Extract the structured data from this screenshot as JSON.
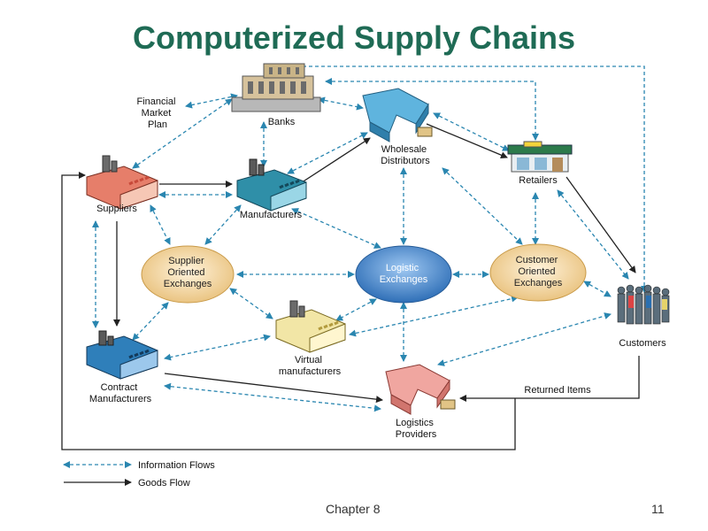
{
  "slide": {
    "title": "Computerized Supply Chains",
    "footer_left": "Chapter 8",
    "page_number": "11"
  },
  "nodes": {
    "banks": "Banks",
    "financial_plan": [
      "Financial",
      "Market",
      "Plan"
    ],
    "wholesale": [
      "Wholesale",
      "Distributors"
    ],
    "retailers": "Retailers",
    "suppliers": "Suppliers",
    "manufacturers": "Manufacturers",
    "supplier_exchanges": [
      "Supplier",
      "Oriented",
      "Exchanges"
    ],
    "logistic_exchanges": [
      "Logistic",
      "Exchanges"
    ],
    "customer_exchanges": [
      "Customer",
      "Oriented",
      "Exchanges"
    ],
    "customers": "Customers",
    "virtual": [
      "Virtual",
      "manufacturers"
    ],
    "contract": [
      "Contract",
      "Manufacturers"
    ],
    "logistics_providers": [
      "Logistics",
      "Providers"
    ],
    "returned_items": "Returned Items"
  },
  "legend": {
    "information": "Information Flows",
    "goods": "Goods Flow"
  },
  "colors": {
    "title": "#1f6b55",
    "info_flow": "#2a86b0",
    "goods_flow": "#222222",
    "exchange_fill": "#f3d9a8",
    "logistic_fill": "#4e8ed1"
  }
}
